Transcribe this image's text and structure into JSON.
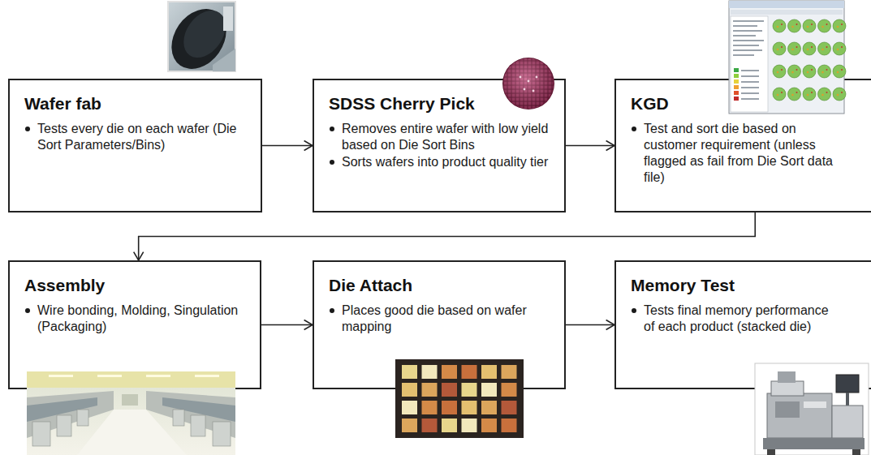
{
  "diagram": {
    "nodes": [
      {
        "text": [
          "Wafer fab",
          "Tests every die on each wafer (Die Sort Parameters/Bins)"
        ]
      },
      {
        "text": [
          "SDSS Cherry Pick",
          "Removes entire wafer with low yield based on Die Sort Bins",
          "Sorts wafers into product quality tier"
        ]
      },
      {
        "text": [
          "KGD",
          "Test and sort die based on customer requirement (unless flagged as fail from Die Sort data file)"
        ]
      },
      {
        "text": [
          "Assembly",
          "Wire bonding, Molding, Singulation (Packaging)"
        ]
      },
      {
        "text": [
          "Die Attach",
          "Places good die based on wafer mapping"
        ]
      },
      {
        "text": [
          "Memory Test",
          "Tests final memory performance of each product (stacked die)"
        ]
      }
    ],
    "edges": [
      {
        "from": 0,
        "to": 1,
        "arrow": "to"
      },
      {
        "from": 1,
        "to": 2,
        "arrow": "to"
      },
      {
        "from": 2,
        "to": 3,
        "arrow": "to"
      },
      {
        "from": 3,
        "to": 4,
        "arrow": "to"
      },
      {
        "from": 4,
        "to": 5,
        "arrow": "to"
      }
    ]
  }
}
